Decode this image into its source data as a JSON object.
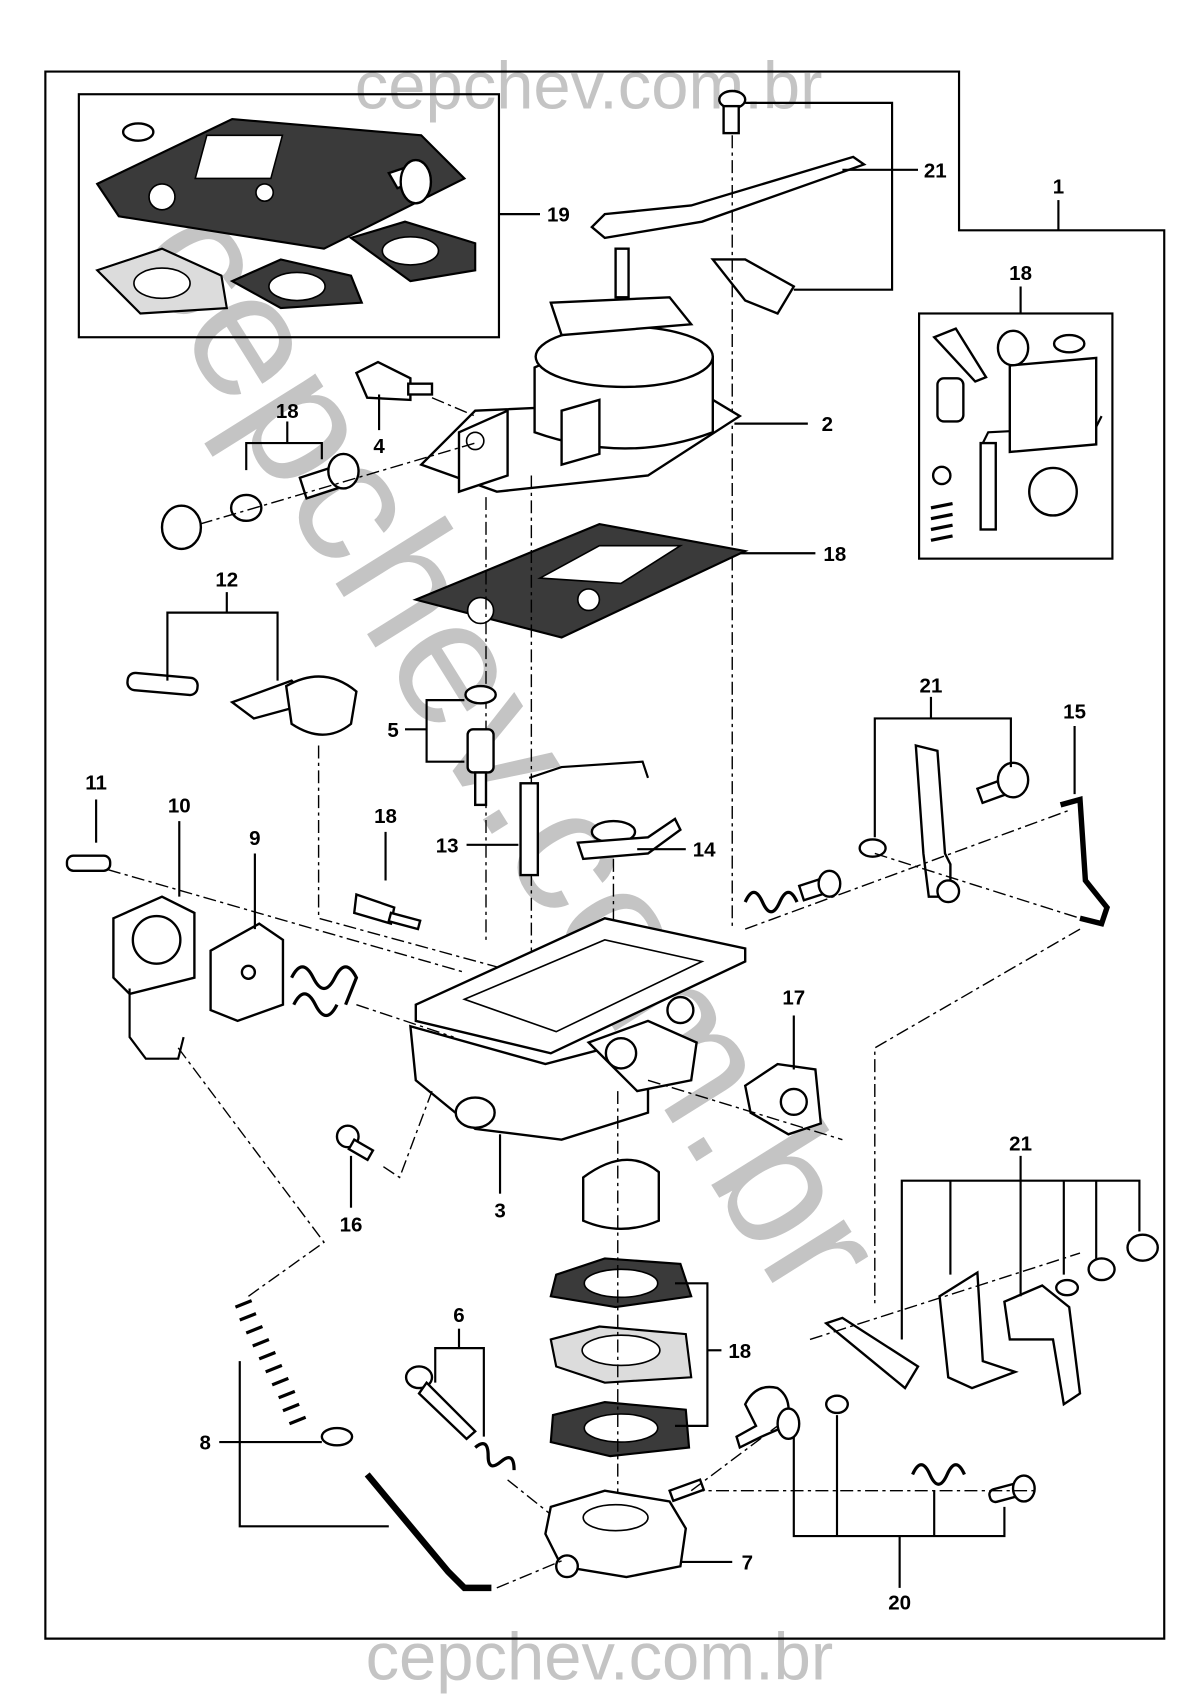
{
  "watermark": {
    "text_top": "cepchev.com.br",
    "text_bottom": "cepchev.com.br",
    "text_diagonal": "cepchev.com.br",
    "color": "#c4c4c4"
  },
  "callouts": {
    "c1": "1",
    "c2": "2",
    "c3": "3",
    "c4": "4",
    "c5": "5",
    "c6": "6",
    "c7": "7",
    "c8": "8",
    "c9": "9",
    "c10": "10",
    "c11": "11",
    "c12": "12",
    "c13": "13",
    "c14": "14",
    "c15": "15",
    "c16": "16",
    "c17": "17",
    "c18a": "18",
    "c18b": "18",
    "c18c": "18",
    "c18d": "18",
    "c18e": "18",
    "c19": "19",
    "c20": "20",
    "c21a": "21",
    "c21b": "21",
    "c21c": "21"
  }
}
